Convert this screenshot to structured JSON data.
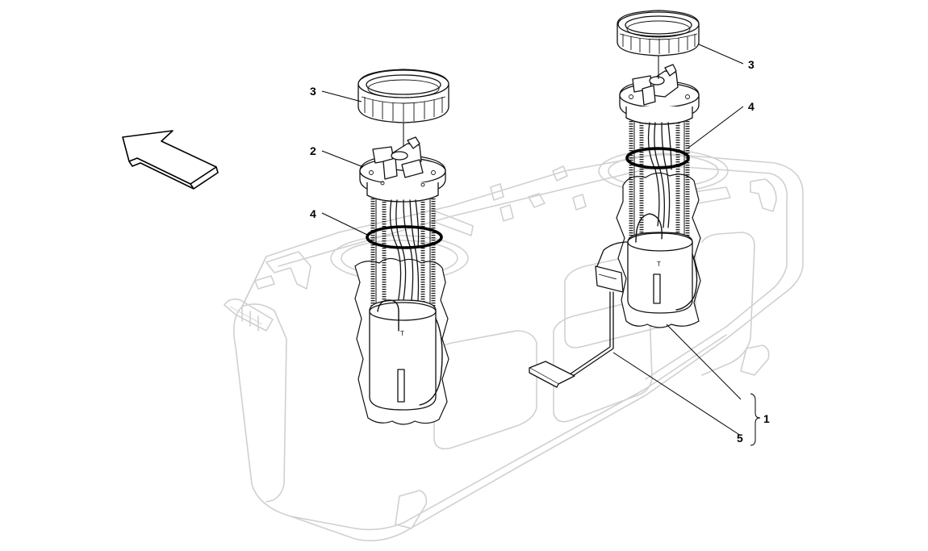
{
  "callouts": {
    "item_1": "1",
    "item_2": "2",
    "item_3_left": "3",
    "item_3_right": "3",
    "item_4_left": "4",
    "item_4_right": "4",
    "item_5": "5"
  },
  "icons": {
    "direction_arrow": "direction-arrow-icon"
  },
  "colors": {
    "line": "#111111",
    "tank_outline": "#d0d0d0",
    "background": "#ffffff"
  }
}
